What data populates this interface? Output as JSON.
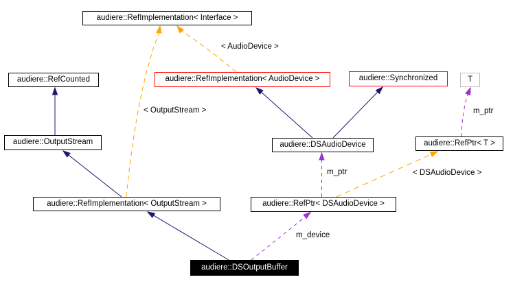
{
  "diagram": {
    "title": "audiere::DSOutputBuffer collaboration diagram",
    "nodes": [
      {
        "id": "ref-implementation-interface",
        "label": "audiere::RefImplementation< Interface >",
        "kind": "class"
      },
      {
        "id": "ref-counted",
        "label": "audiere::RefCounted",
        "kind": "class"
      },
      {
        "id": "ref-implementation-audiodevice",
        "label": "audiere::RefImplementation< AudioDevice >",
        "kind": "class-truncated"
      },
      {
        "id": "synchronized",
        "label": "audiere::Synchronized",
        "kind": "class-truncated"
      },
      {
        "id": "template-param-t",
        "label": "T",
        "kind": "template-param"
      },
      {
        "id": "output-stream",
        "label": "audiere::OutputStream",
        "kind": "class"
      },
      {
        "id": "ds-audio-device",
        "label": "audiere::DSAudioDevice",
        "kind": "class"
      },
      {
        "id": "ref-ptr-t",
        "label": "audiere::RefPtr< T >",
        "kind": "class"
      },
      {
        "id": "ref-implementation-outputstream",
        "label": "audiere::RefImplementation< OutputStream >",
        "kind": "class"
      },
      {
        "id": "ref-ptr-dsaudiodevice",
        "label": "audiere::RefPtr< DSAudioDevice >",
        "kind": "class"
      },
      {
        "id": "ds-output-buffer",
        "label": "audiere::DSOutputBuffer",
        "kind": "focus"
      }
    ],
    "edge_labels": [
      {
        "id": "tpl-audiodevice",
        "text": "< AudioDevice >"
      },
      {
        "id": "tpl-outputstream",
        "text": "< OutputStream >"
      },
      {
        "id": "tpl-dsaudiodevice",
        "text": "< DSAudioDevice >"
      },
      {
        "id": "m-ptr-t",
        "text": "m_ptr"
      },
      {
        "id": "m-ptr-device",
        "text": "m_ptr"
      },
      {
        "id": "m-device",
        "text": "m_device"
      }
    ],
    "edges": [
      {
        "from": "output-stream",
        "to": "ref-counted",
        "type": "inheritance"
      },
      {
        "from": "ref-implementation-outputstream",
        "to": "output-stream",
        "type": "inheritance"
      },
      {
        "from": "ds-output-buffer",
        "to": "ref-implementation-outputstream",
        "type": "inheritance"
      },
      {
        "from": "ds-audio-device",
        "to": "ref-implementation-audiodevice",
        "type": "inheritance"
      },
      {
        "from": "ds-audio-device",
        "to": "synchronized",
        "type": "inheritance"
      },
      {
        "from": "ref-implementation-audiodevice",
        "to": "ref-implementation-interface",
        "type": "template",
        "label": "< AudioDevice >"
      },
      {
        "from": "ref-implementation-outputstream",
        "to": "ref-implementation-interface",
        "type": "template",
        "label": "< OutputStream >"
      },
      {
        "from": "ref-ptr-dsaudiodevice",
        "to": "ref-ptr-t",
        "type": "template",
        "label": "< DSAudioDevice >"
      },
      {
        "from": "ref-ptr-t",
        "to": "template-param-t",
        "type": "usage",
        "label": "m_ptr"
      },
      {
        "from": "ref-ptr-dsaudiodevice",
        "to": "ds-audio-device",
        "type": "usage",
        "label": "m_ptr"
      },
      {
        "from": "ds-output-buffer",
        "to": "ref-ptr-dsaudiodevice",
        "type": "usage",
        "label": "m_device"
      }
    ],
    "colors": {
      "inheritance": "#191970",
      "template": "#FFA500",
      "usage": "#9A32CD",
      "class_border": "#000000",
      "truncated_border": "#FF0000",
      "template_param_border": "#BEBEBE",
      "focus_bg": "#000000",
      "focus_text": "#FFFFFF"
    }
  }
}
